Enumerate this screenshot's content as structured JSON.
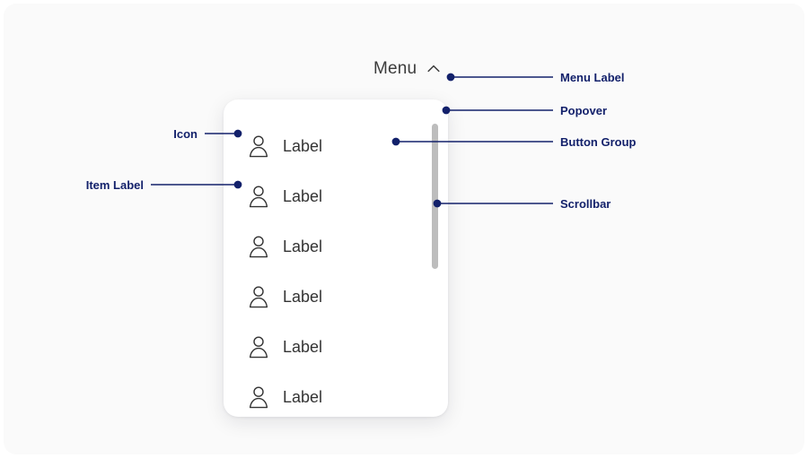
{
  "theme": {
    "page_background": "#fafafa",
    "card_background": "#ffffff",
    "annotation_color": "#13216b",
    "label_text_color": "#333333",
    "menu_text_color": "#3b3b3b",
    "scrollbar_color": "#bdbdbd"
  },
  "menu_trigger": {
    "label": "Menu",
    "icon": "chevron-up-icon"
  },
  "popover": {
    "items": [
      {
        "icon": "user-icon",
        "label": "Label"
      },
      {
        "icon": "user-icon",
        "label": "Label"
      },
      {
        "icon": "user-icon",
        "label": "Label"
      },
      {
        "icon": "user-icon",
        "label": "Label"
      },
      {
        "icon": "user-icon",
        "label": "Label"
      },
      {
        "icon": "user-icon",
        "label": "Label"
      }
    ]
  },
  "scrollbar": {
    "orientation": "vertical"
  },
  "annotations": [
    {
      "id": "menu-label",
      "text": "Menu Label",
      "side": "right"
    },
    {
      "id": "popover",
      "text": "Popover",
      "side": "right"
    },
    {
      "id": "button-group",
      "text": "Button Group",
      "side": "right"
    },
    {
      "id": "scrollbar",
      "text": "Scrollbar",
      "side": "right"
    },
    {
      "id": "icon",
      "text": "Icon",
      "side": "left"
    },
    {
      "id": "item-label",
      "text": "Item Label",
      "side": "left"
    }
  ]
}
